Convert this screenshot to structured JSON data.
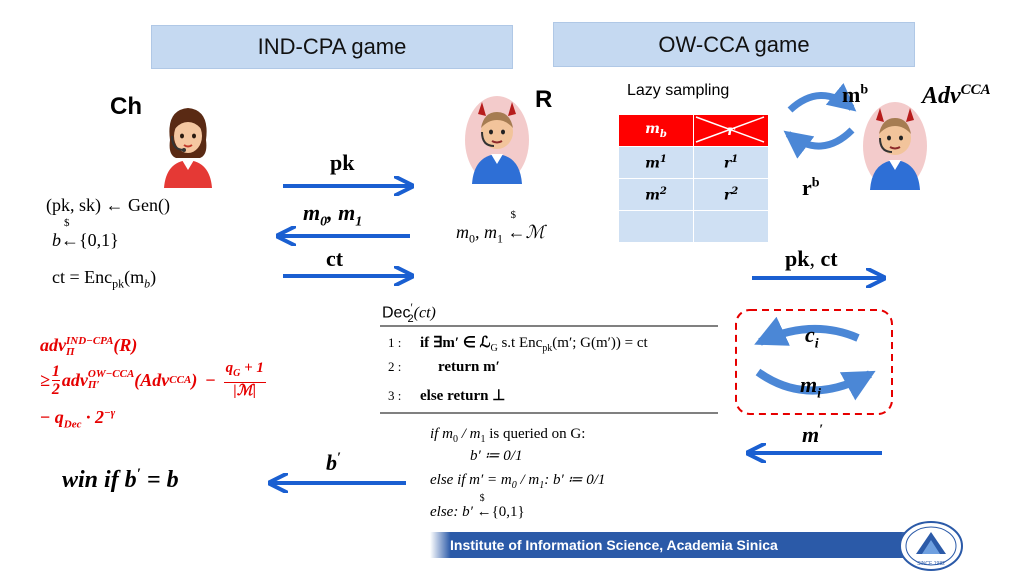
{
  "headers": {
    "ind_cpa": "IND-CPA game",
    "ow_cca": "OW-CCA game"
  },
  "actors": {
    "ch": "Ch",
    "r": "R",
    "adv": "Adv",
    "adv_sup": "CCA"
  },
  "challenger": {
    "keygen": "(pk, sk) ← Gen()",
    "b_sample_b": "b",
    "b_sample_dollar": "$",
    "b_sample_arrow": "←",
    "b_sample_set": "{0,1}",
    "ct_enc": "ct = Enc",
    "ct_sub": "pk",
    "ct_arg": "(m",
    "ct_argsub": "b",
    "ct_close": ")"
  },
  "messages": {
    "pk": "pk",
    "m0m1": "m",
    "m0_sub": "0",
    "m1_sep": ", m",
    "m1_sub": "1",
    "ct": "ct",
    "pkct_pk": "pk",
    "pkct_sep": ", ",
    "pkct_ct": "ct",
    "m_prime": "m",
    "m_prime_sup": "′",
    "b_prime": "b",
    "b_prime_sup": "′",
    "mb": "m",
    "mb_sup": "b",
    "rb": "r",
    "rb_sup": "b",
    "ci": "c",
    "ci_sub": "i",
    "mi": "m",
    "mi_sub": "i"
  },
  "reduction": {
    "m0": "m",
    "m0_sub": "0",
    "m1_sep": ", m",
    "m1_sub": "1",
    "dollar": "$",
    "arrow": "←",
    "set": "ℳ"
  },
  "lazy": {
    "label": "Lazy sampling",
    "header": [
      "m",
      "r"
    ],
    "header_sub": [
      "b",
      ""
    ],
    "rows": [
      [
        "m",
        "r"
      ],
      [
        "m",
        "r"
      ],
      [
        "",
        ""
      ]
    ],
    "rows_sup": [
      [
        "1",
        "1"
      ],
      [
        "2",
        "2"
      ],
      [
        "",
        ""
      ]
    ]
  },
  "dec": {
    "title": "Dec",
    "title_sup": "′",
    "title_sub": "2",
    "title_arg": "(ct)",
    "lines": [
      {
        "num": "1 :",
        "text": "if ∃m′ ∈ ℒ",
        "sub": "G",
        "rest": " s.t Enc",
        "sub2": "pk",
        "rest2": "(m′; G(m′)) = ct"
      },
      {
        "num": "2 :",
        "text": "return m′",
        "sub": "",
        "rest": "",
        "sub2": "",
        "rest2": ""
      },
      {
        "num": "3 :",
        "text": "else return ⊥",
        "sub": "",
        "rest": "",
        "sub2": "",
        "rest2": ""
      }
    ]
  },
  "advantage": {
    "line1_adv": "adv",
    "line1_sup": "IND−CPA",
    "line1_sub": "Π",
    "line1_arg": "(R)",
    "line2_ge": "≥",
    "line2_half_num": "1",
    "line2_half_den": "2",
    "line2_adv": "adv",
    "line2_sup": "OW−CCA",
    "line2_sub": "Π′",
    "line2_arg": "(Adv",
    "line2_argsup": "CCA",
    "line2_close": ")",
    "line2_minus": "−",
    "line2_frac_num": "q",
    "line2_frac_num_sub": "G",
    "line2_frac_num_rest": " + 1",
    "line2_frac_den": "|ℳ|",
    "line3_minus": "−",
    "line3_q": "q",
    "line3_qsub": "Dec",
    "line3_dot": " · 2",
    "line3_exp": "−γ"
  },
  "win": {
    "text": "win if b",
    "sup": "′",
    "rest": " = b"
  },
  "cases": {
    "l1_if": "if",
    "l1_m0": " m",
    "l1_m0sub": "0",
    "l1_slash": " / m",
    "l1_m1sub": "1",
    "l1_rest": " is queried on G:",
    "l2": "b′ ≔ 0/1",
    "l3_else": "else if m′ =  m",
    "l3_sub0": "0",
    "l3_mid": " / m",
    "l3_sub1": "1",
    "l3_rest": ": b′ ≔ 0/1",
    "l4_else": "else",
    "l4_mid": ":  b′",
    "l4_dollar": "$",
    "l4_arrow": "←",
    "l4_set": "{0,1}"
  },
  "footer": {
    "text": "Institute of Information Science, Academia Sinica",
    "logo_text": "SINCE 1982"
  },
  "colors": {
    "arrow": "#1a5fd1",
    "header_bg": "#c5d9f1",
    "red": "#e60000",
    "footer": "#2b5aa8"
  }
}
